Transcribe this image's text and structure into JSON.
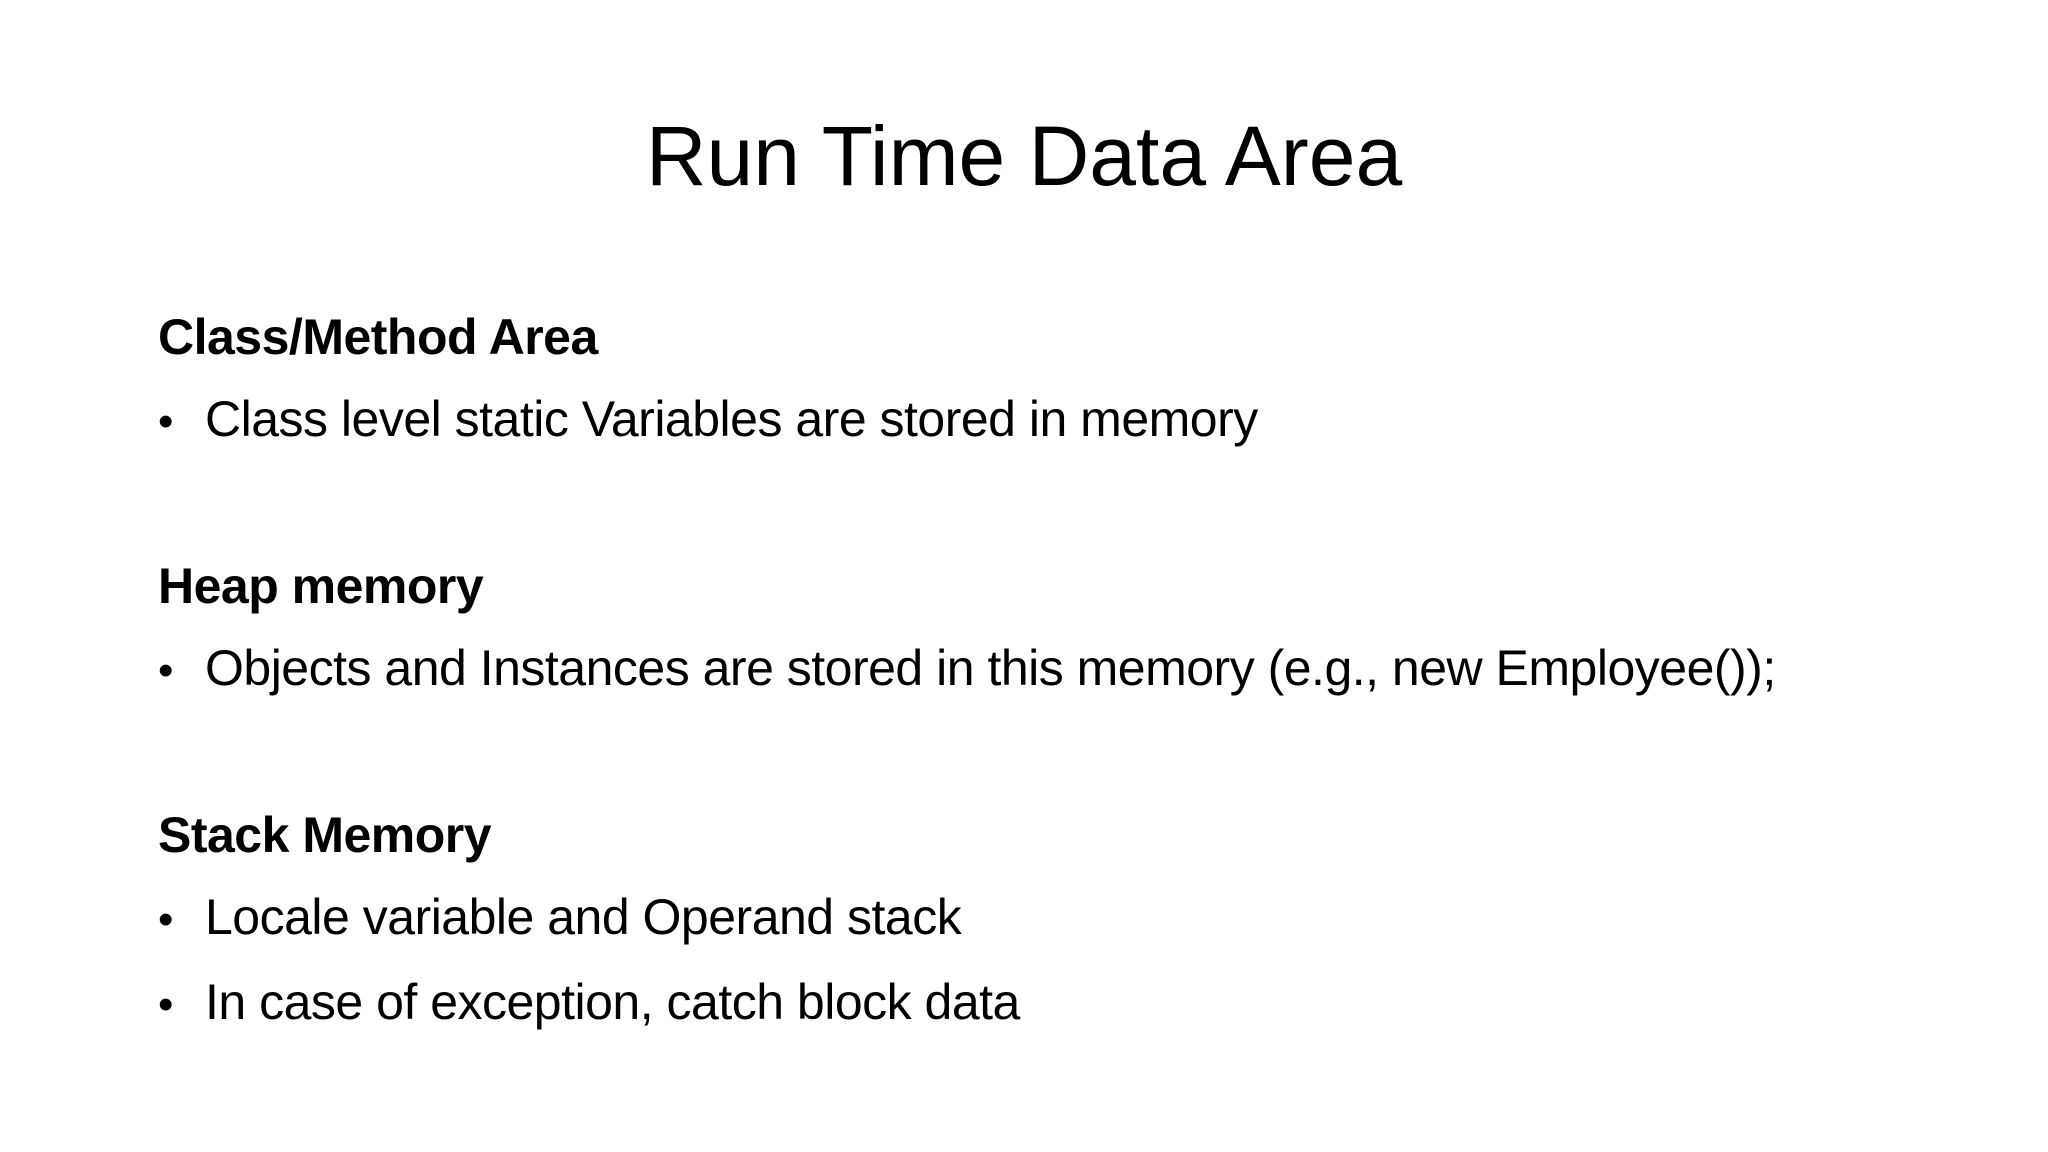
{
  "slide": {
    "title": "Run Time Data Area",
    "bullet_glyph": "•",
    "colors": {
      "background": "#ffffff",
      "text": "#000000"
    },
    "sections": [
      {
        "heading": "Class/Method Area",
        "bullets": [
          "Class level static Variables are stored in memory"
        ]
      },
      {
        "heading": "Heap memory",
        "bullets": [
          "Objects and Instances are stored in this memory (e.g., new Employee());"
        ]
      },
      {
        "heading": "Stack Memory",
        "bullets": [
          "Locale variable and Operand stack",
          "In case of exception, catch block data"
        ]
      }
    ]
  }
}
